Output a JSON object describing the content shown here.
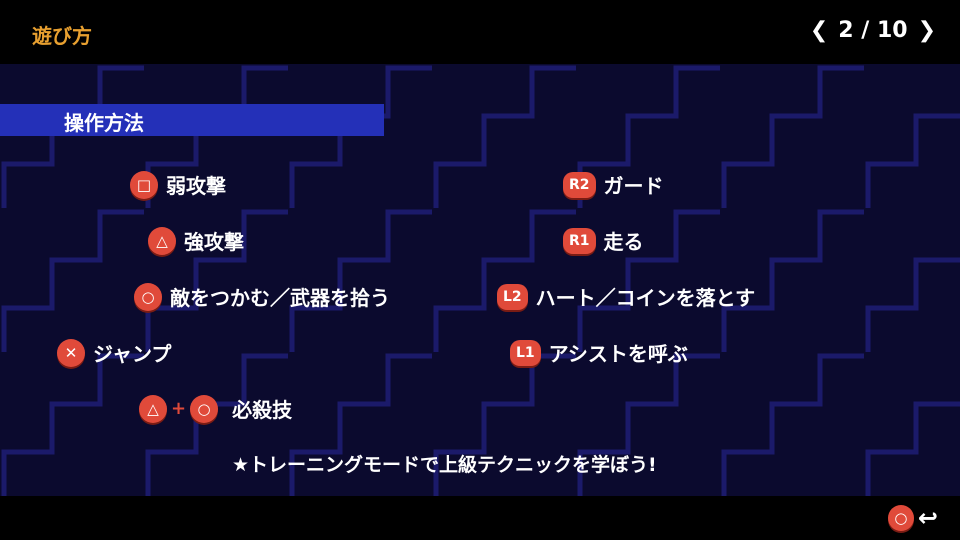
{
  "header": {
    "title": "遊び方",
    "prev": "❮",
    "page": "2 / 10",
    "next": "❯"
  },
  "section_title": "操作方法",
  "left_controls": [
    {
      "button": "□",
      "label": "弱攻撃"
    },
    {
      "button": "△",
      "label": "強攻撃"
    },
    {
      "button": "○",
      "label": "敵をつかむ／武器を拾う"
    },
    {
      "button": "✕",
      "label": "ジャンプ"
    },
    {
      "button": "△",
      "button2": "○",
      "plus": "+",
      "label": "必殺技"
    }
  ],
  "right_controls": [
    {
      "button": "R2",
      "label": "ガード"
    },
    {
      "button": "R1",
      "label": "走る"
    },
    {
      "button": "L2",
      "label": "ハート／コインを落とす"
    },
    {
      "button": "L1",
      "label": "アシストを呼ぶ"
    }
  ],
  "tip": "★トレーニングモードで上級テクニックを学ぼう!",
  "footer": {
    "back_button": "○",
    "back_arrow": "↩"
  },
  "colors": {
    "accent": "#e8a030",
    "button": "#e04a3a",
    "section": "#2430b8",
    "background": "#0b0a2e"
  }
}
